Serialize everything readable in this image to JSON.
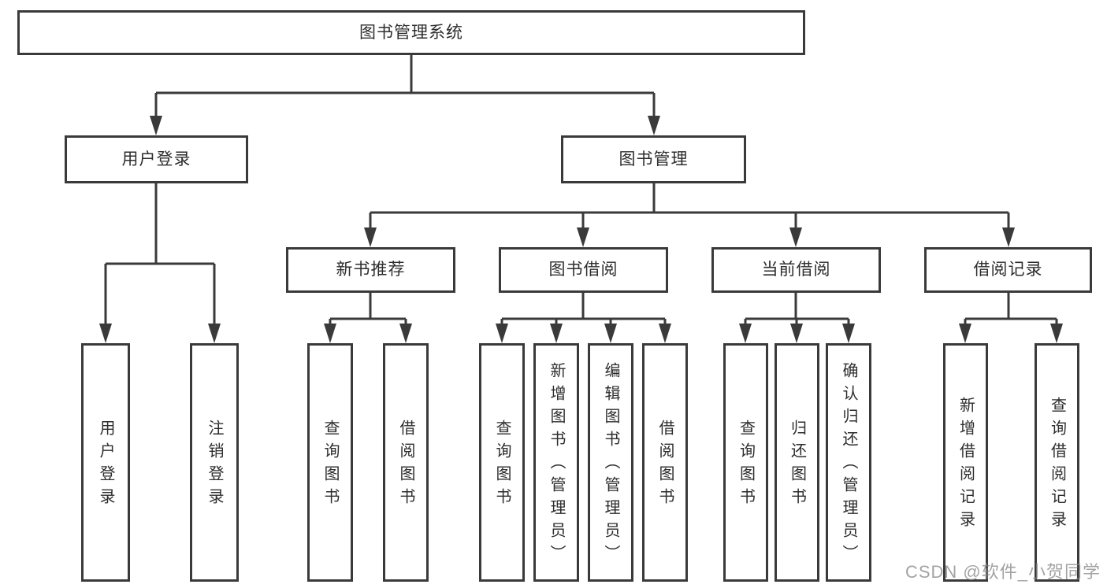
{
  "tree": {
    "label": "图书管理系统",
    "children": [
      {
        "label": "用户登录",
        "children": [
          {
            "label": "用户登录"
          },
          {
            "label": "注销登录"
          }
        ]
      },
      {
        "label": "图书管理",
        "children": [
          {
            "label": "新书推荐",
            "children": [
              {
                "label": "查询图书"
              },
              {
                "label": "借阅图书"
              }
            ]
          },
          {
            "label": "图书借阅",
            "children": [
              {
                "label": "查询图书"
              },
              {
                "label": "新增图书（管理员）"
              },
              {
                "label": "编辑图书（管理员）"
              },
              {
                "label": "借阅图书"
              }
            ]
          },
          {
            "label": "当前借阅",
            "children": [
              {
                "label": "查询图书"
              },
              {
                "label": "归还图书"
              },
              {
                "label": "确认归还（管理员）"
              }
            ]
          },
          {
            "label": "借阅记录",
            "children": [
              {
                "label": "新增借阅记录"
              },
              {
                "label": "查询借阅记录"
              }
            ]
          }
        ]
      }
    ]
  },
  "watermark": "CSDN @软件_小贺同学",
  "colors": {
    "line": "#3a3a3a",
    "text": "#2d2d2d",
    "watermark": "#8c8c8c"
  }
}
